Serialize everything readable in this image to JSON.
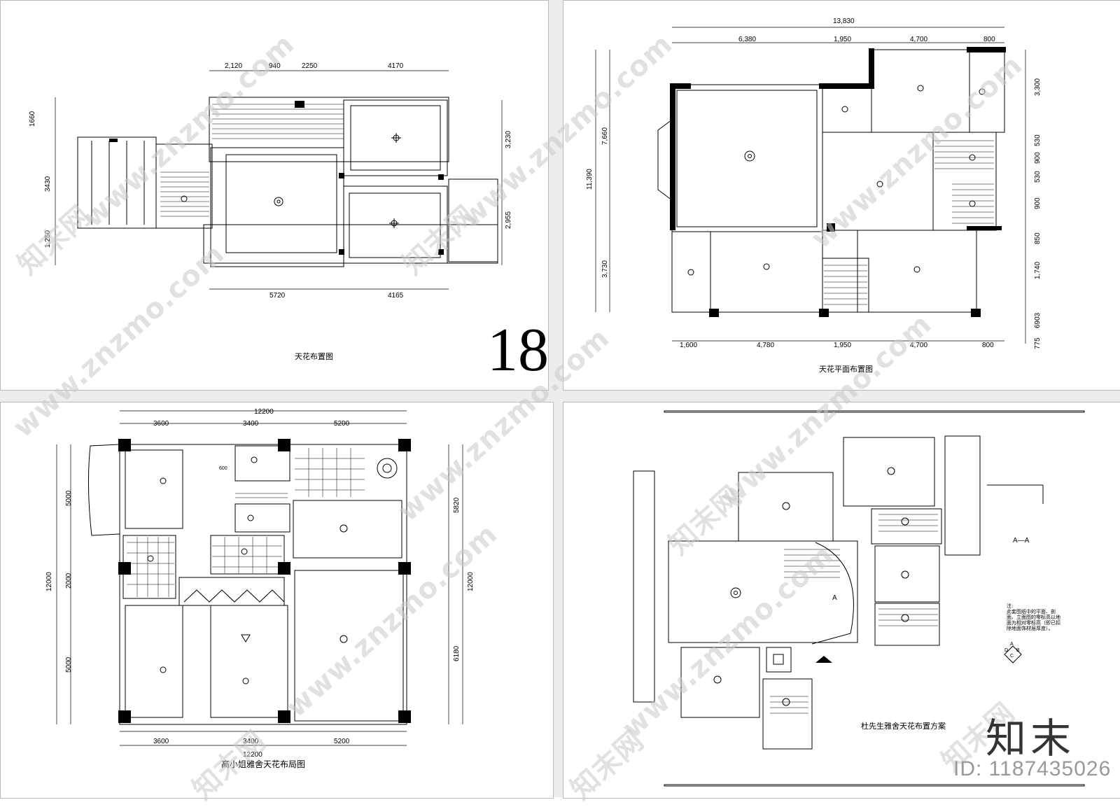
{
  "sheet_number": "18",
  "panels": {
    "top_left": {
      "title": "天花布置图",
      "dims_top": [
        "2,120",
        "940",
        "2250",
        "4170"
      ],
      "dims_bottom": [
        "5720",
        "4165"
      ],
      "dims_left": [
        "1660",
        "3430",
        "1,250"
      ],
      "dims_right": [
        "3,230",
        "2,955"
      ]
    },
    "top_right": {
      "title": "天花平面布置图",
      "dims_top_total": "13,830",
      "dims_top": [
        "6,380",
        "1,950",
        "4,700",
        "800"
      ],
      "dims_bottom": [
        "1,600",
        "4,780",
        "1,950",
        "4,700",
        "800"
      ],
      "dims_left": [
        "11,390",
        "7,660",
        "3,730"
      ],
      "dims_right": [
        "3,300",
        "530",
        "900",
        "530",
        "900",
        "850",
        "1,740",
        "775",
        "6903"
      ]
    },
    "bottom_left": {
      "title": "高小姐雅舍天花布局图",
      "dims_top_total": "12200",
      "dims_top": [
        "3600",
        "3400",
        "5200"
      ],
      "dims_bottom": [
        "3600",
        "3400",
        "5200"
      ],
      "dims_bottom_total": "12200",
      "dims_left": [
        "12000",
        "5000",
        "2000",
        "5000"
      ],
      "dims_right": [
        "5820",
        "12000",
        "6180"
      ],
      "small_label": "600"
    },
    "bottom_right": {
      "title": "杜先生雅舍天花布置方案",
      "section_label": "A—A",
      "section_mark": "A",
      "note_heading": "注:",
      "note_text": "此套图纸中的平面、剖面、立面图的零标高以地面为相对零标高（即已扣除地面饰材层厚度）。",
      "compass_letters": [
        "A",
        "B",
        "C",
        "D"
      ]
    }
  },
  "watermarks": {
    "site": "www.znzmo.com",
    "brand": "知末网"
  },
  "logo_text": "知末",
  "id_text": "ID: 1187435026"
}
